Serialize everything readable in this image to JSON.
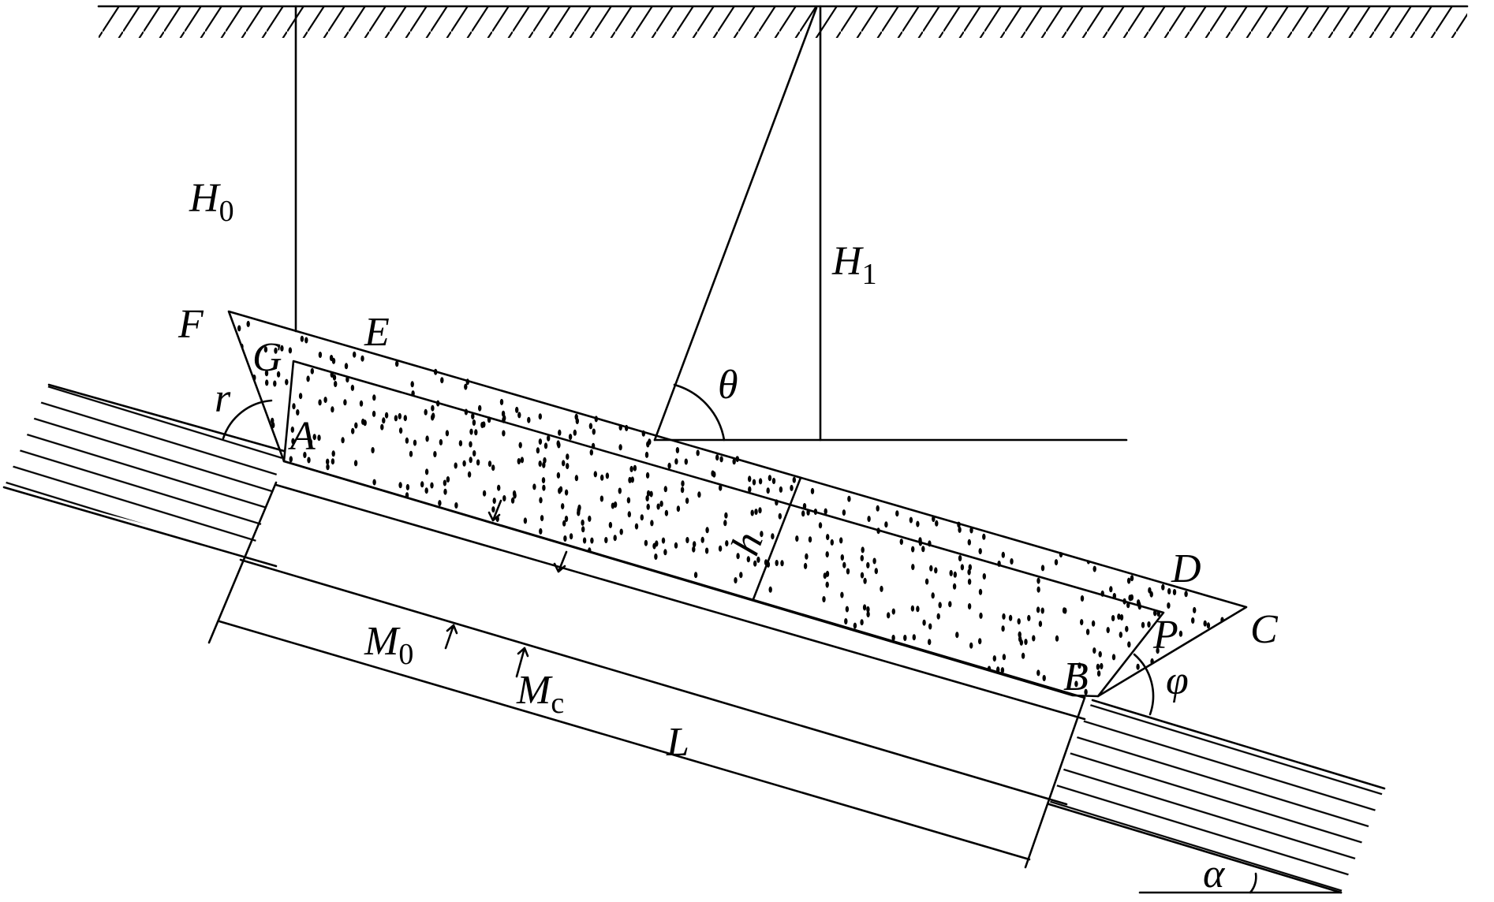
{
  "labels": {
    "H0": "H",
    "H0_sub": "0",
    "H1": "H",
    "H1_sub": "1",
    "F": "F",
    "G": "G",
    "E": "E",
    "A": "A",
    "r": "r",
    "theta": "θ",
    "h": "h",
    "D": "D",
    "C": "C",
    "P": "P",
    "B": "B",
    "phi": "φ",
    "M0": "M",
    "M0_sub": "0",
    "Mc": "M",
    "Mc_sub": "c",
    "L": "L",
    "alpha": "α"
  }
}
